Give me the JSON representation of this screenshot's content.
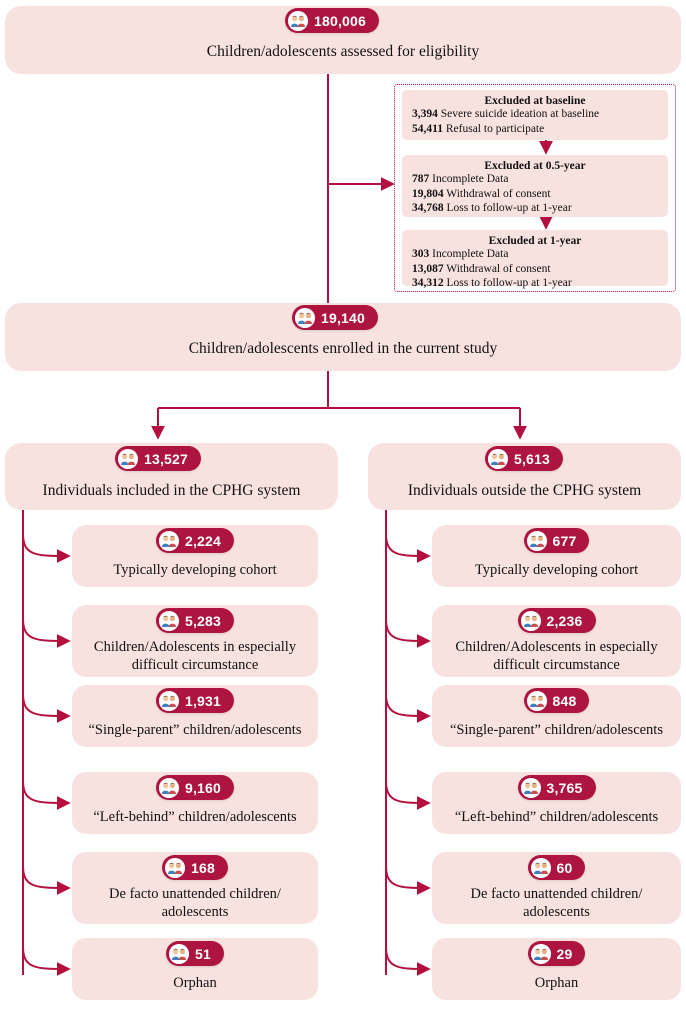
{
  "theme": {
    "box_fill": "#f8e2e0",
    "badge_fill": "#ad1440",
    "line_color": "#b4103f",
    "text_color": "#111111"
  },
  "icons": {
    "avatar": "children-avatar-icon",
    "arrow": "arrow-icon"
  },
  "top": {
    "count": "180,006",
    "label": "Children/adolescents assessed for eligibility"
  },
  "exclusions": [
    {
      "title": "Excluded at baseline",
      "rows": [
        {
          "num": "3,394",
          "text": "Severe suicide ideation at baseline"
        },
        {
          "num": "54,411",
          "text": "Refusal to participate"
        }
      ]
    },
    {
      "title": "Excluded at 0.5-year",
      "rows": [
        {
          "num": "787",
          "text": "Incomplete Data"
        },
        {
          "num": "19,804",
          "text": "Withdrawal of consent"
        },
        {
          "num": "34,768",
          "text": "Loss to follow-up at 1-year"
        }
      ]
    },
    {
      "title": "Excluded at 1-year",
      "rows": [
        {
          "num": "303",
          "text": "Incomplete Data"
        },
        {
          "num": "13,087",
          "text": "Withdrawal of consent"
        },
        {
          "num": "34,312",
          "text": "Loss to follow-up at 1-year"
        }
      ]
    }
  ],
  "enrolled": {
    "count": "19,140",
    "label": "Children/adolescents enrolled in the current study"
  },
  "columns": [
    {
      "header": {
        "count": "13,527",
        "label": "Individuals included in the CPHG system"
      },
      "items": [
        {
          "count": "2,224",
          "label": "Typically developing cohort"
        },
        {
          "count": "5,283",
          "label": "Children/Adolescents in especially difficult circumstance"
        },
        {
          "count": "1,931",
          "label": "“Single-parent”  children/adolescents"
        },
        {
          "count": "9,160",
          "label": "“Left-behind” children/adolescents"
        },
        {
          "count": "168",
          "label": "De facto unattended  children/ adolescents"
        },
        {
          "count": "51",
          "label": "Orphan"
        }
      ]
    },
    {
      "header": {
        "count": "5,613",
        "label": "Individuals outside the CPHG system"
      },
      "items": [
        {
          "count": "677",
          "label": "Typically developing cohort"
        },
        {
          "count": "2,236",
          "label": "Children/Adolescents in especially difficult circumstance"
        },
        {
          "count": "848",
          "label": "“Single-parent”  children/adolescents"
        },
        {
          "count": "3,765",
          "label": "“Left-behind” children/adolescents"
        },
        {
          "count": "60",
          "label": "De facto unattended  children/ adolescents"
        },
        {
          "count": "29",
          "label": "Orphan"
        }
      ]
    }
  ]
}
